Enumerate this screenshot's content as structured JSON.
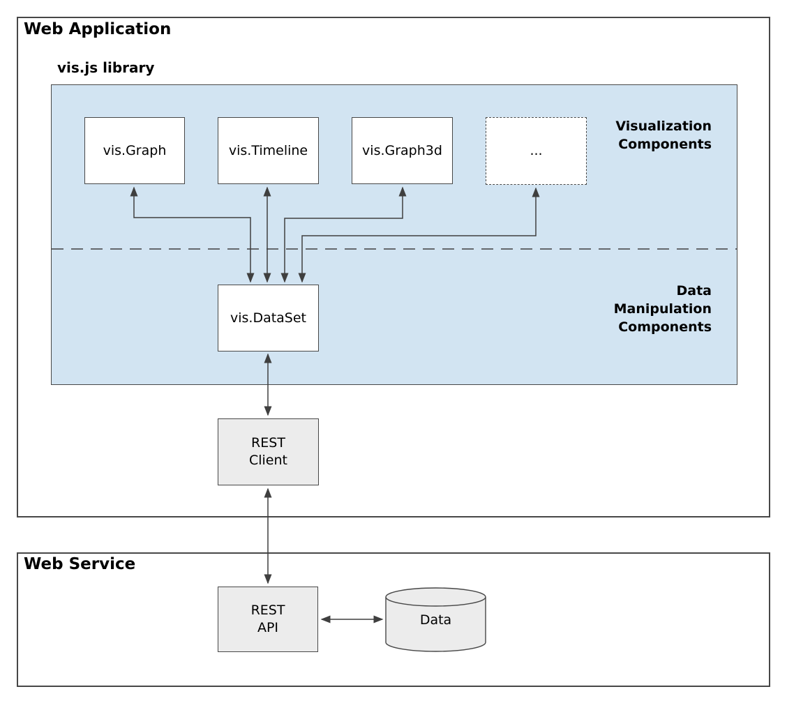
{
  "colors": {
    "library_bg": "#d2e4f2",
    "node_fill": "#ffffff",
    "gray_fill": "#ececec",
    "border": "#474747",
    "arrow": "#3f3f3f"
  },
  "web_application": {
    "title": "Web Application",
    "library": {
      "title": "vis.js library",
      "section_labels": {
        "visualization": "Visualization\nComponents",
        "data_manipulation": "Data\nManipulation\nComponents"
      },
      "components": [
        {
          "label": "vis.Graph"
        },
        {
          "label": "vis.Timeline"
        },
        {
          "label": "vis.Graph3d"
        },
        {
          "label": "..."
        }
      ],
      "dataset": {
        "label": "vis.DataSet"
      }
    },
    "rest_client": {
      "label": "REST\nClient"
    }
  },
  "web_service": {
    "title": "Web Service",
    "rest_api": {
      "label": "REST\nAPI"
    },
    "database": {
      "label": "Data"
    }
  }
}
